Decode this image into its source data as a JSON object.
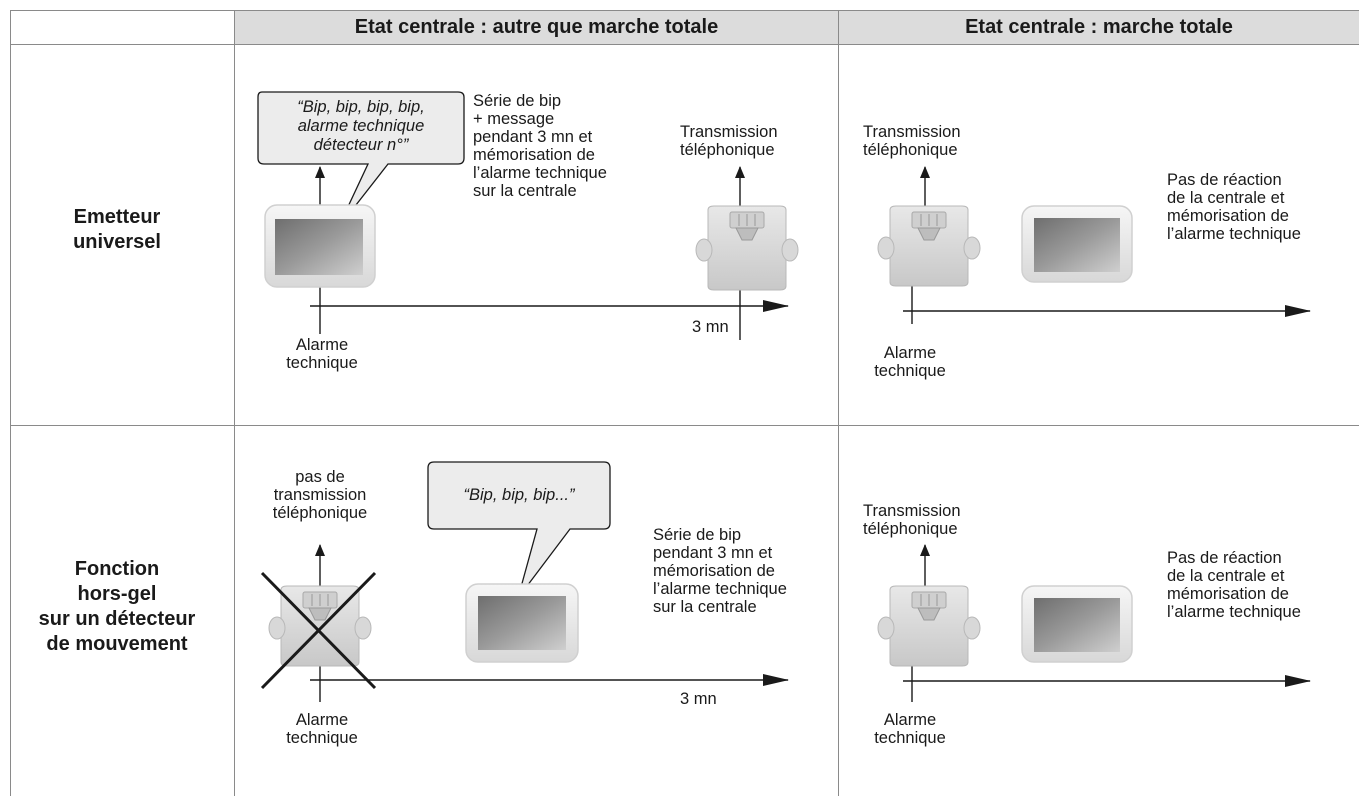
{
  "header": {
    "col1": "Etat centrale : autre que marche totale",
    "col2": "Etat centrale : marche totale"
  },
  "rows": [
    {
      "label_lines": [
        "Emetteur",
        "universel"
      ],
      "col1": {
        "bubble_lines": [
          "“Bip, bip, bip, bip,",
          "alarme technique",
          "détecteur n°”"
        ],
        "description_lines": [
          "Série de bip",
          "+ message",
          "pendant 3 mn et",
          "mémorisation de",
          "l’alarme technique",
          "sur la centrale"
        ],
        "transmission_lines": [
          "Transmission",
          "téléphonique"
        ],
        "time_label": "3 mn",
        "start_label_lines": [
          "Alarme",
          "technique"
        ]
      },
      "col2": {
        "transmission_lines": [
          "Transmission",
          "téléphonique"
        ],
        "reaction_lines": [
          "Pas de réaction",
          "de la centrale et",
          "mémorisation de",
          "l’alarme technique"
        ],
        "start_label_lines": [
          "Alarme",
          "technique"
        ]
      }
    },
    {
      "label_lines": [
        "Fonction",
        "hors-gel",
        "sur un détecteur",
        "de mouvement"
      ],
      "col1": {
        "no_transmission_lines": [
          "pas de",
          "transmission",
          "téléphonique"
        ],
        "bubble_lines": [
          "“Bip, bip, bip...”"
        ],
        "description_lines": [
          "Série de bip",
          "pendant 3 mn et",
          "mémorisation de",
          "l’alarme technique",
          "sur la centrale"
        ],
        "time_label": "3 mn",
        "start_label_lines": [
          "Alarme",
          "technique"
        ]
      },
      "col2": {
        "transmission_lines": [
          "Transmission",
          "téléphonique"
        ],
        "reaction_lines": [
          "Pas de réaction",
          "de la centrale et",
          "mémorisation de",
          "l’alarme technique"
        ],
        "start_label_lines": [
          "Alarme",
          "technique"
        ]
      }
    }
  ],
  "colors": {
    "header_bg": "#dcdcdc",
    "border": "#8a8a8a",
    "ink": "#1a1a1a"
  },
  "icons": [
    "emitter-device-icon",
    "telephone-transmitter-icon",
    "speech-bubble-icon",
    "cross-icon",
    "arrow-icon"
  ]
}
